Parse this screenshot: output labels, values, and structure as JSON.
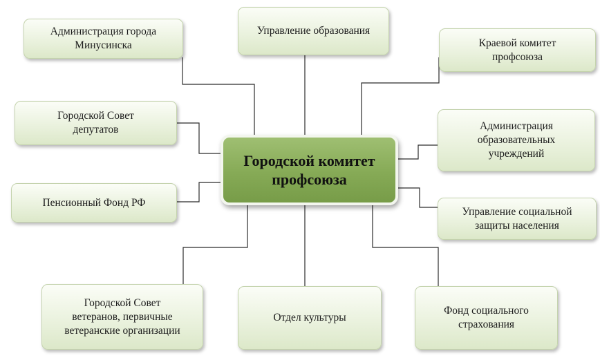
{
  "center": {
    "label": "Городской комитет\nпрофсоюза"
  },
  "nodes": {
    "admin_city": "Администрация города\nМинусинска",
    "education": "Управление образования",
    "regional_committee": "Краевой комитет\nпрофсоюза",
    "city_council": "Городской Совет\nдепутатов",
    "edu_institutions": "Администрация\nобразовательных\nучреждений",
    "pension_fund": "Пенсионный Фонд РФ",
    "social_protection": "Управление социальной\nзащиты населения",
    "veterans_council": "Городской Совет\nветеранов, первичные\nветеранские организации",
    "culture": "Отдел культуры",
    "social_insurance": "Фонд социального\nстрахования"
  },
  "colors": {
    "center_fill": "#86aa56",
    "node_fill": "#e9f1dc",
    "connector": "#2b2b2b"
  }
}
